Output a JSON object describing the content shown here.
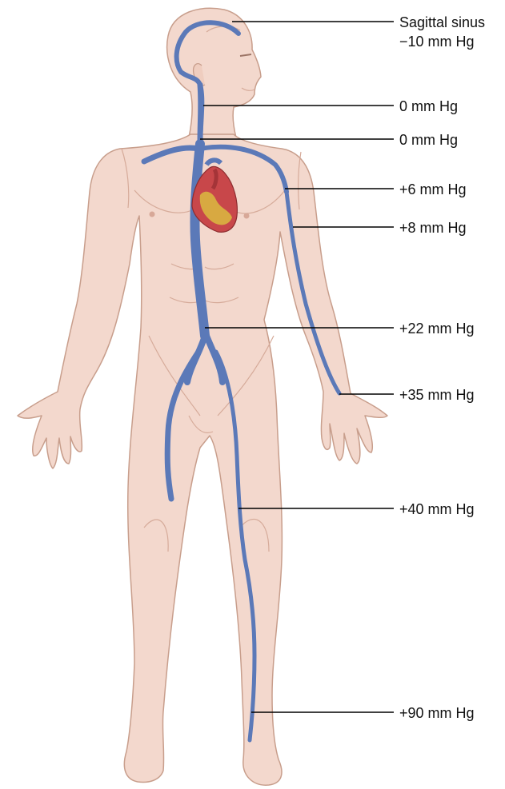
{
  "colors": {
    "skin": "#f3d8cd",
    "skin_outline": "#c89e8c",
    "skin_shadow": "#e7c2b3",
    "vein": "#5b79b8",
    "heart_red": "#c8474a",
    "heart_yellow": "#d9b440",
    "leader": "#000000"
  },
  "labels": [
    {
      "line1": "Sagittal sinus",
      "line2": "−10 mm Hg"
    },
    {
      "line1": "0 mm Hg"
    },
    {
      "line1": "0 mm Hg"
    },
    {
      "line1": "+6 mm Hg"
    },
    {
      "line1": "+8 mm Hg"
    },
    {
      "line1": "+22 mm Hg"
    },
    {
      "line1": "+35 mm Hg"
    },
    {
      "line1": "+40 mm Hg"
    },
    {
      "line1": "+90 mm Hg"
    }
  ]
}
